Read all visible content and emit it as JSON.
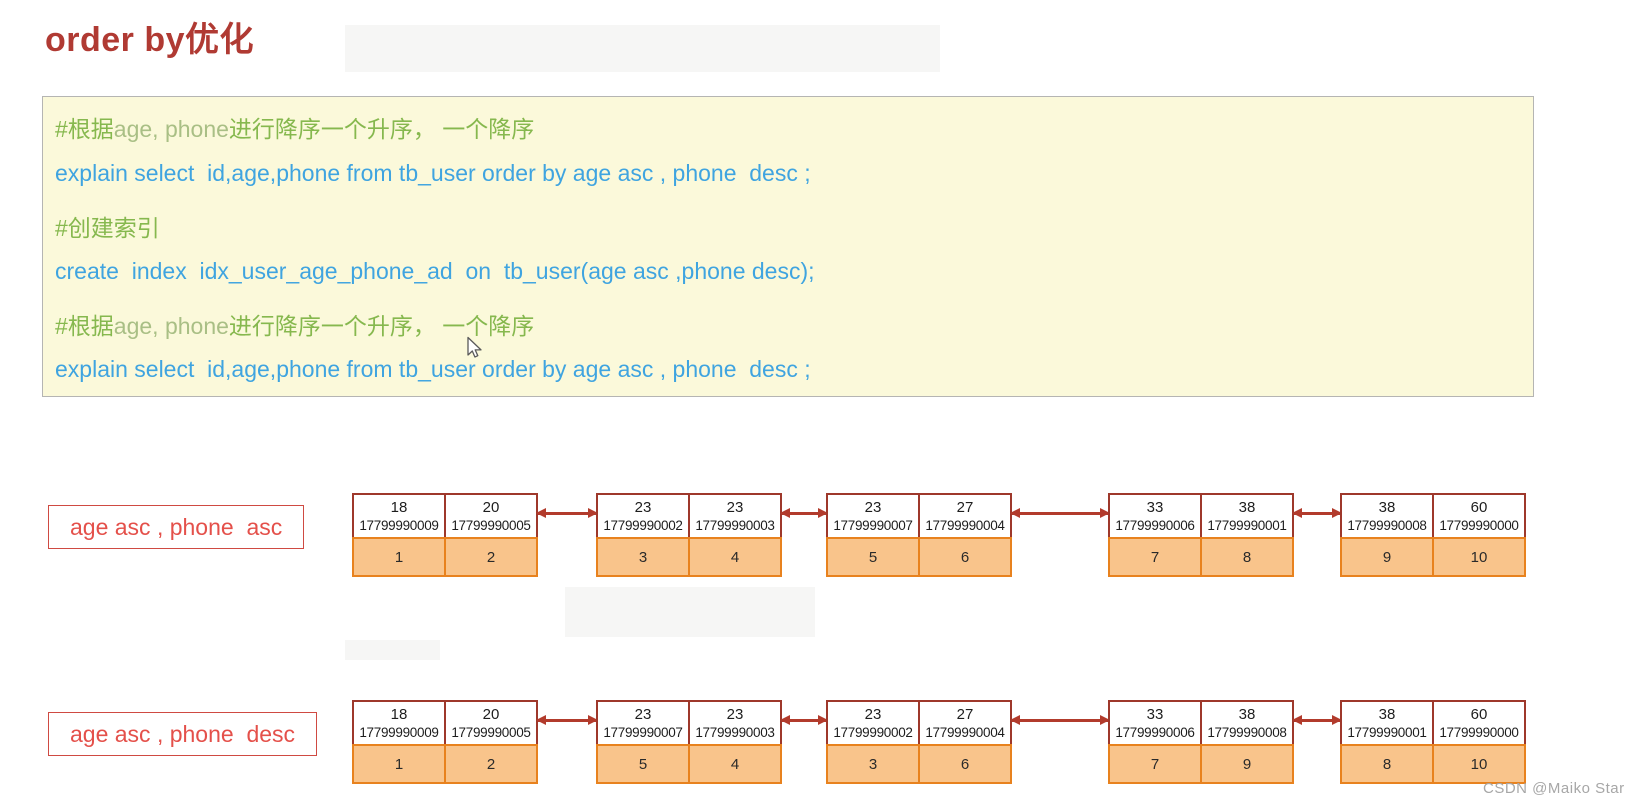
{
  "title": "order by优化",
  "code_block": {
    "lines": [
      {
        "type": "comment",
        "segments": [
          {
            "text": "#根据",
            "style": "comment"
          },
          {
            "text": "age, phone",
            "style": "comment_light"
          },
          {
            "text": "进行降序一个升序， 一个降序",
            "style": "comment"
          }
        ]
      },
      {
        "type": "sql",
        "segments": [
          {
            "text": "explain select  id,age,phone from tb_user order by age asc , phone  desc ;",
            "style": "sql"
          }
        ]
      },
      {
        "type": "comment",
        "segments": [
          {
            "text": "#创建索引",
            "style": "comment"
          }
        ]
      },
      {
        "type": "sql",
        "segments": [
          {
            "text": "create  index  idx_user_age_phone_ad  on  tb_user(age asc ,phone desc);",
            "style": "sql"
          }
        ]
      },
      {
        "type": "comment",
        "segments": [
          {
            "text": "#根据",
            "style": "comment"
          },
          {
            "text": "age, phone",
            "style": "comment_light"
          },
          {
            "text": "进行降序一个升序， 一个降序",
            "style": "comment"
          }
        ]
      },
      {
        "type": "sql",
        "segments": [
          {
            "text": "explain select  id,age,phone from tb_user order by age asc , phone  desc ;",
            "style": "sql"
          }
        ]
      }
    ]
  },
  "diagrams": [
    {
      "label": "age asc , phone  asc",
      "nodes": [
        {
          "entries": [
            {
              "age": "18",
              "phone": "17799990009",
              "id": "1"
            },
            {
              "age": "20",
              "phone": "17799990005",
              "id": "2"
            }
          ]
        },
        {
          "entries": [
            {
              "age": "23",
              "phone": "17799990002",
              "id": "3"
            },
            {
              "age": "23",
              "phone": "17799990003",
              "id": "4"
            }
          ]
        },
        {
          "entries": [
            {
              "age": "23",
              "phone": "17799990007",
              "id": "5"
            },
            {
              "age": "27",
              "phone": "17799990004",
              "id": "6"
            }
          ]
        },
        {
          "entries": [
            {
              "age": "33",
              "phone": "17799990006",
              "id": "7"
            },
            {
              "age": "38",
              "phone": "17799990001",
              "id": "8"
            }
          ]
        },
        {
          "entries": [
            {
              "age": "38",
              "phone": "17799990008",
              "id": "9"
            },
            {
              "age": "60",
              "phone": "17799990000",
              "id": "10"
            }
          ]
        }
      ]
    },
    {
      "label": "age asc , phone  desc",
      "nodes": [
        {
          "entries": [
            {
              "age": "18",
              "phone": "17799990009",
              "id": "1"
            },
            {
              "age": "20",
              "phone": "17799990005",
              "id": "2"
            }
          ]
        },
        {
          "entries": [
            {
              "age": "23",
              "phone": "17799990007",
              "id": "5"
            },
            {
              "age": "23",
              "phone": "17799990003",
              "id": "4"
            }
          ]
        },
        {
          "entries": [
            {
              "age": "23",
              "phone": "17799990002",
              "id": "3"
            },
            {
              "age": "27",
              "phone": "17799990004",
              "id": "6"
            }
          ]
        },
        {
          "entries": [
            {
              "age": "33",
              "phone": "17799990006",
              "id": "7"
            },
            {
              "age": "38",
              "phone": "17799990008",
              "id": "9"
            }
          ]
        },
        {
          "entries": [
            {
              "age": "38",
              "phone": "17799990001",
              "id": "8"
            },
            {
              "age": "60",
              "phone": "17799990000",
              "id": "10"
            }
          ]
        }
      ]
    }
  ],
  "watermark": "CSDN @Maiko Star",
  "colors": {
    "title": "#b03a33",
    "comment": "#86b84e",
    "comment_light": "#a9bf85",
    "sql": "#3fa4e0",
    "code_bg": "#fbf9da",
    "label_text": "#e4504a",
    "label_border": "#cf4a42",
    "node_border": "#9e382b",
    "id_fill": "#f9c48b",
    "id_border": "#e8821e",
    "arrow": "#b23b2c",
    "watermark": "#a7a7a7"
  }
}
